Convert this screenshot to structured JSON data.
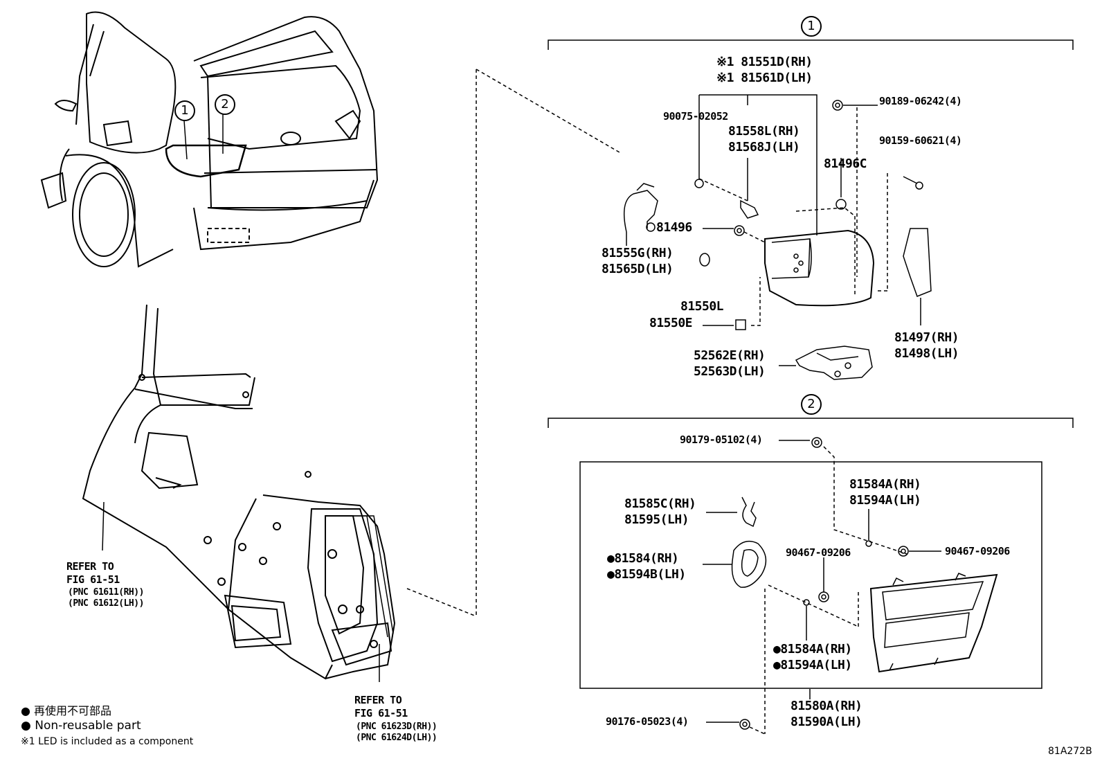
{
  "callouts": {
    "one": "1",
    "two": "2"
  },
  "group1": {
    "p81551": "※1 81551D(RH)",
    "p81561": "※1 81561D(LH)",
    "p90075": "90075-02052",
    "p81558": "81558L(RH)",
    "p81568": "81568J(LH)",
    "p90189": "90189-06242(4)",
    "p90159": "90159-60621(4)",
    "p81496C": "81496C",
    "p81496": "81496",
    "p81555": "81555G(RH)",
    "p81565": "81565D(LH)",
    "p81550L": "81550L",
    "p81550E": "81550E",
    "p81497": "81497(RH)",
    "p81498": "81498(LH)",
    "p52562": "52562E(RH)",
    "p52563": "52563D(LH)"
  },
  "group2": {
    "p90179": "90179-05102(4)",
    "p81584A_top": "81584A(RH)",
    "p81594A_top": "81594A(LH)",
    "p81585C": "81585C(RH)",
    "p81595": "81595(LH)",
    "p81584": "●81584(RH)",
    "p81594B": "●81594B(LH)",
    "p90467_a": "90467-09206",
    "p90467_b": "90467-09206",
    "p81584A_bot": "●81584A(RH)",
    "p81594A_bot": "●81594A(LH)",
    "p81580A": "81580A(RH)",
    "p81590A": "81590A(LH)",
    "p90176": "90176-05023(4)"
  },
  "refer_left": {
    "line1": "REFER TO",
    "line2": "FIG 61-51",
    "line3": "(PNC 61611(RH))",
    "line4": "(PNC 61612(LH))"
  },
  "refer_right": {
    "line1": "REFER TO",
    "line2": "FIG 61-51",
    "line3": "(PNC 61623D(RH))",
    "line4": "(PNC 61624D(LH))"
  },
  "legend": {
    "jp": "● 再使用不可部品",
    "en": "● Non-reusable part",
    "note": "※1 LED is included as a component"
  },
  "figure_code": "81A272B"
}
